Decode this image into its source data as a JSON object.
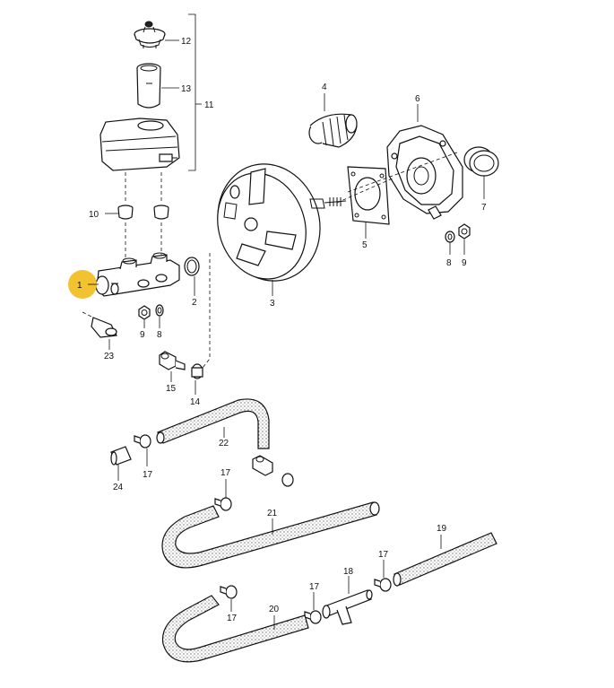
{
  "callouts": [
    {
      "id": "c1",
      "text": "1",
      "highlight": true
    },
    {
      "id": "c2",
      "text": "2"
    },
    {
      "id": "c3",
      "text": "3"
    },
    {
      "id": "c4",
      "text": "4"
    },
    {
      "id": "c5",
      "text": "5"
    },
    {
      "id": "c6",
      "text": "6"
    },
    {
      "id": "c7",
      "text": "7"
    },
    {
      "id": "c8a",
      "text": "8"
    },
    {
      "id": "c8b",
      "text": "8"
    },
    {
      "id": "c9a",
      "text": "9"
    },
    {
      "id": "c9b",
      "text": "9"
    },
    {
      "id": "c10",
      "text": "10"
    },
    {
      "id": "c11",
      "text": "11"
    },
    {
      "id": "c12",
      "text": "12"
    },
    {
      "id": "c13",
      "text": "13"
    },
    {
      "id": "c14",
      "text": "14"
    },
    {
      "id": "c15",
      "text": "15"
    },
    {
      "id": "c17a",
      "text": "17"
    },
    {
      "id": "c17b",
      "text": "17"
    },
    {
      "id": "c17c",
      "text": "17"
    },
    {
      "id": "c17d",
      "text": "17"
    },
    {
      "id": "c17e",
      "text": "17"
    },
    {
      "id": "c18",
      "text": "18"
    },
    {
      "id": "c19",
      "text": "19"
    },
    {
      "id": "c20",
      "text": "20"
    },
    {
      "id": "c21",
      "text": "21"
    },
    {
      "id": "c22",
      "text": "22"
    },
    {
      "id": "c23",
      "text": "23"
    },
    {
      "id": "c24",
      "text": "24"
    }
  ],
  "colors": {
    "highlight": "#f2c230",
    "line": "#111111",
    "background": "#ffffff"
  }
}
